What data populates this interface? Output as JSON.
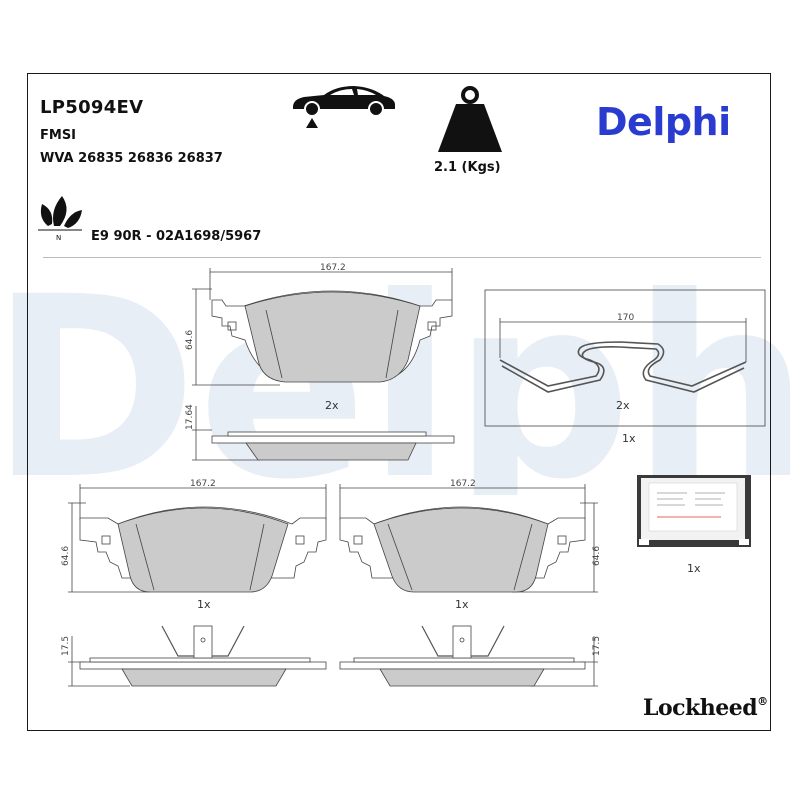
{
  "header": {
    "part_number": "LP5094EV",
    "fmsi_label": "FMSI",
    "wva": "WVA 26835 26836 26837",
    "certification": "E9 90R - 02A1698/5967",
    "weight": "2.1 (Kgs)"
  },
  "brand": {
    "name": "Delphi",
    "color": "#2a3ccf",
    "watermark_color": "#e8eef6"
  },
  "icons": [
    "car-axle-icon",
    "weight-icon",
    "eco-leaves-icon"
  ],
  "drawings": {
    "top_pad": {
      "width_dim": "167.2",
      "height_dim": "64.6",
      "thickness_dim": "17.64",
      "qty": "2x"
    },
    "spring": {
      "width_dim": "170",
      "qty": "2x",
      "group_qty": "1x"
    },
    "left_pad": {
      "width_dim": "167.2",
      "height_dim": "64.6",
      "thickness_dim": "17.5",
      "qty": "1x"
    },
    "right_pad": {
      "width_dim": "167.2",
      "height_dim": "64.6",
      "thickness_dim": "17.5",
      "qty": "1x"
    },
    "grease_sachet": {
      "qty": "1x"
    }
  },
  "footer": {
    "brand": "Lockheed",
    "registered": "®"
  }
}
